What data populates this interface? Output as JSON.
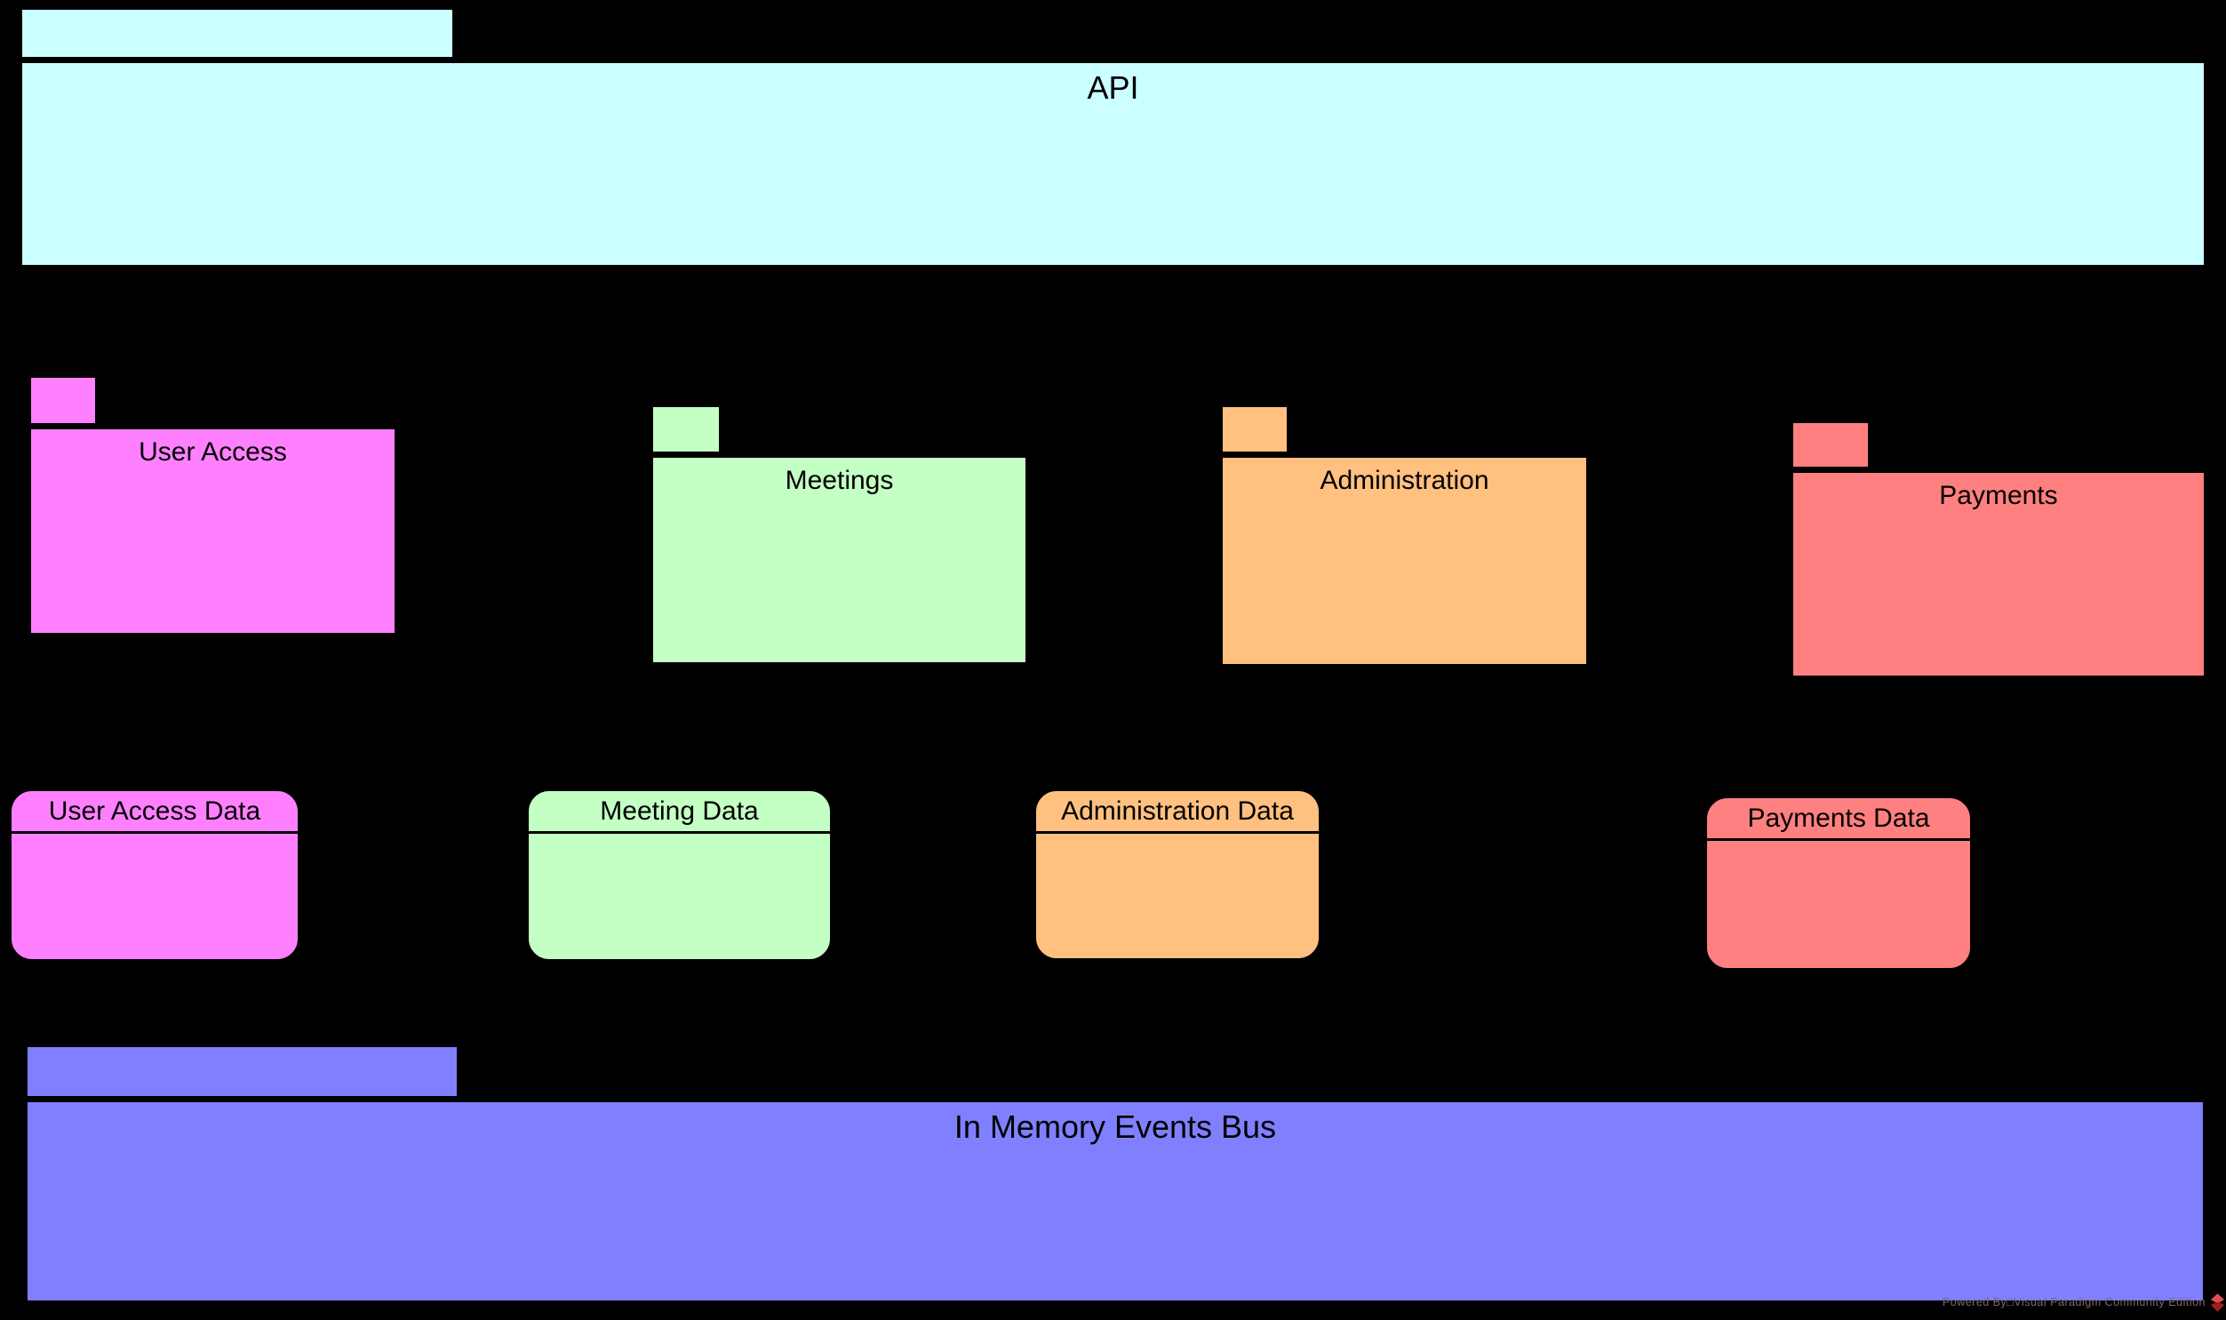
{
  "diagram": {
    "background": "#000000",
    "label_color": "#000000",
    "packages": {
      "api": {
        "label": "API",
        "fill": "#ccffff"
      },
      "user_access": {
        "label": "User Access",
        "fill": "#ff80ff"
      },
      "meetings": {
        "label": "Meetings",
        "fill": "#c4ffc4"
      },
      "administration": {
        "label": "Administration",
        "fill": "#ffc080"
      },
      "payments": {
        "label": "Payments",
        "fill": "#ff8080"
      },
      "events_bus": {
        "label": "In Memory Events Bus",
        "fill": "#8080ff"
      }
    },
    "data_stores": {
      "user_access_data": {
        "label": "User Access Data",
        "fill": "#ff80ff"
      },
      "meeting_data": {
        "label": "Meeting Data",
        "fill": "#c4ffc4"
      },
      "administration_data": {
        "label": "Administration Data",
        "fill": "#ffc080"
      },
      "payments_data": {
        "label": "Payments Data",
        "fill": "#ff8080"
      }
    },
    "watermark": {
      "text": "Powered By□Visual Paradigm Community Edition",
      "color": "#7b6a6a",
      "logo_colors": [
        "#e04f4f",
        "#9c1f1f"
      ]
    }
  }
}
